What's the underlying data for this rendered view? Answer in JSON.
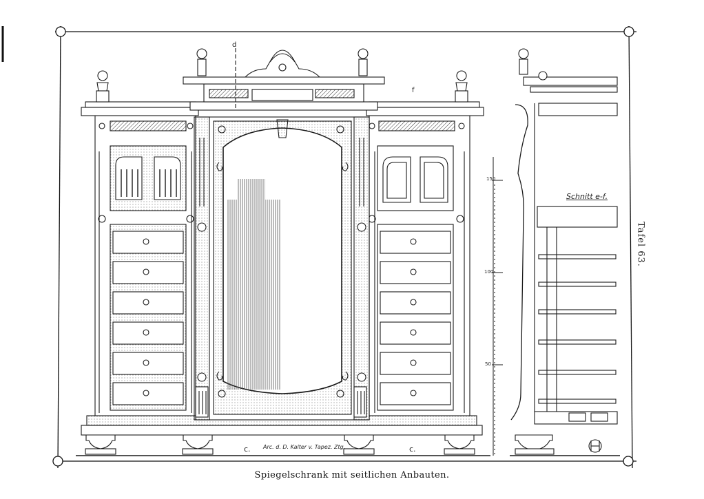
{
  "plate": {
    "caption": "Spiegelschrank mit seitlichen Anbauten.",
    "plate_number": "Tafel 63.",
    "section_label": "Schnitt e-f.",
    "cut_labels": {
      "c_left": "c.",
      "c_right": "c.",
      "d": "d",
      "f": "f"
    },
    "publisher": "Arc. d. D. Kalter v. Tapez. Ztg.",
    "monogram": "H",
    "scale": {
      "m150": "150",
      "m100": "100",
      "m50": "50"
    }
  },
  "colors": {
    "ink": "#1a1a1a",
    "paper": "#ffffff"
  }
}
